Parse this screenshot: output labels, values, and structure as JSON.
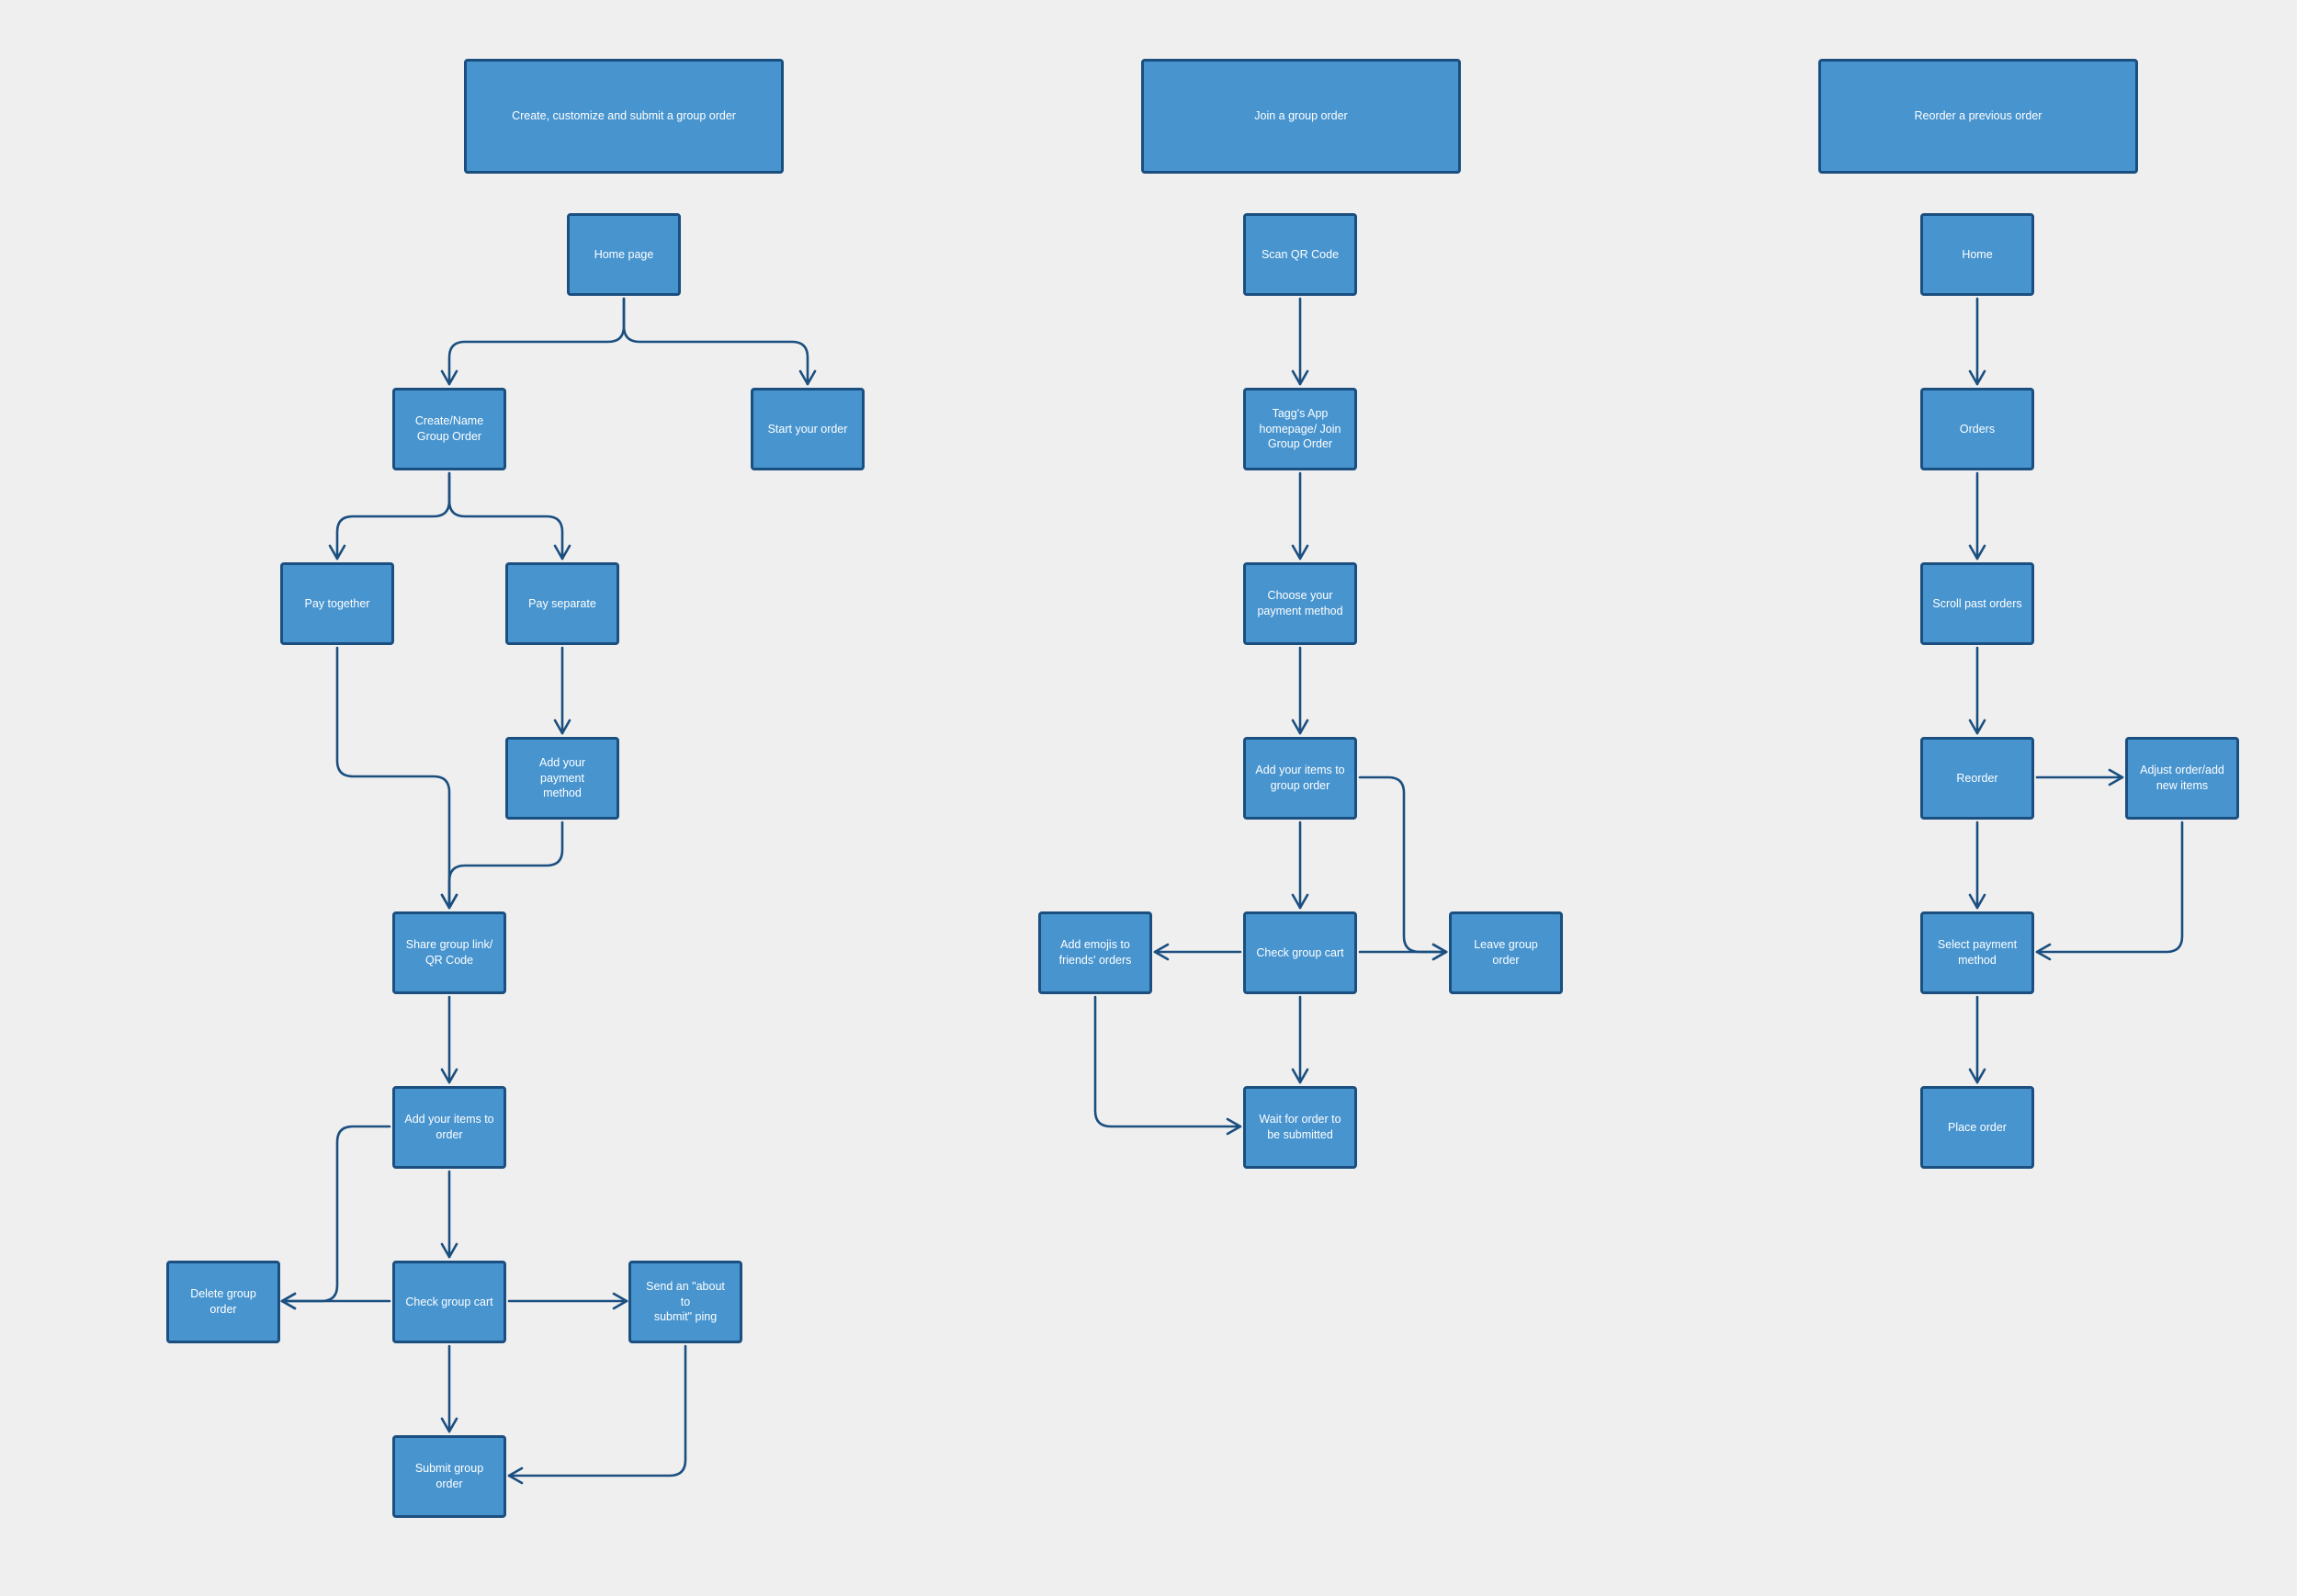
{
  "columns": [
    {
      "id": "create",
      "header": "Create, customize and submit a group order",
      "nodes": {
        "home_page": "Home page",
        "create_name": "Create/Name\nGroup Order",
        "start_order": "Start your order",
        "pay_together": "Pay together",
        "pay_separate": "Pay separate",
        "add_payment": "Add your payment\nmethod",
        "share_link": "Share group link/\nQR Code",
        "add_items": "Add your items to\norder",
        "check_cart": "Check group cart",
        "delete_order": "Delete group order",
        "send_ping": "Send an \"about to\nsubmit\" ping",
        "submit_order": "Submit group\norder"
      }
    },
    {
      "id": "join",
      "header": "Join a group order",
      "nodes": {
        "scan_qr": "Scan QR Code",
        "taggs_home": "Tagg's App\nhomepage/ Join\nGroup Order",
        "choose_payment": "Choose your\npayment method",
        "add_items": "Add your items to\ngroup order",
        "check_cart": "Check group cart",
        "add_emojis": "Add emojis to\nfriends' orders",
        "leave_order": "Leave group order",
        "wait_submit": "Wait for order to\nbe submitted"
      }
    },
    {
      "id": "reorder",
      "header": "Reorder a previous order",
      "nodes": {
        "home": "Home",
        "orders": "Orders",
        "scroll_past": "Scroll past orders",
        "reorder": "Reorder",
        "adjust_order": "Adjust order/add\nnew items",
        "select_payment": "Select payment\nmethod",
        "place_order": "Place order"
      }
    }
  ],
  "colors": {
    "node_fill": "#4794cf",
    "node_border": "#1a4f80",
    "connector": "#1a4f80",
    "background": "#efefef",
    "text": "#ffffff"
  }
}
